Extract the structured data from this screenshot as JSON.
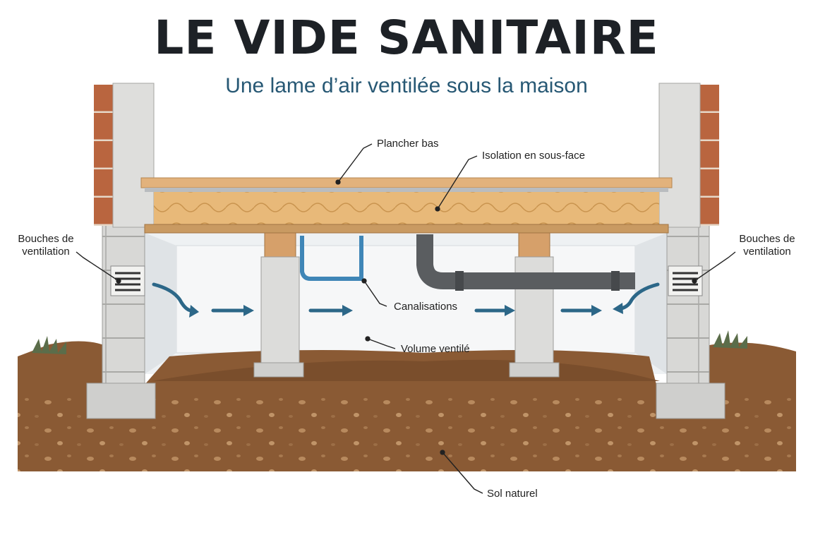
{
  "title": "LE VIDE SANITAIRE",
  "subtitle": "Une lame d’air ventilée sous la maison",
  "labels": {
    "plancher": "Plancher bas",
    "isolation": "Isolation en sous-face",
    "vent_left_1": "Bouches de",
    "vent_left_2": "ventilation",
    "vent_right_1": "Bouches de",
    "vent_right_2": "ventilation",
    "canalisations": "Canalisations",
    "volume": "Volume ventilé",
    "sol": "Sol naturel"
  },
  "colors": {
    "title": "#1d2126",
    "subtitle": "#275874",
    "brick": "#b9653f",
    "concrete": "#d6d6d4",
    "wood": "#e2b27c",
    "insulation": "#e8b979",
    "soil": "#8a5a34",
    "pipe_grey": "#5a5d60",
    "pipe_blue": "#3f86b7",
    "air_arrow": "#2c6788"
  }
}
